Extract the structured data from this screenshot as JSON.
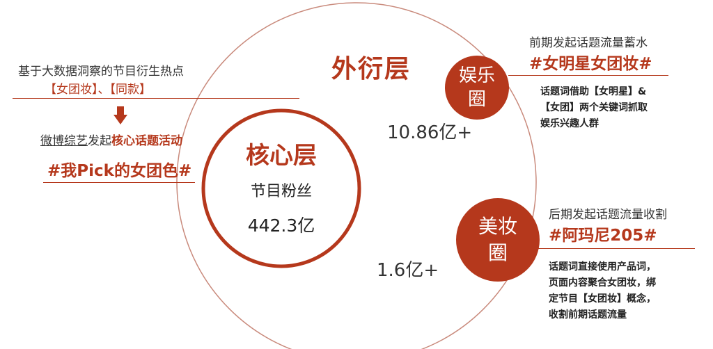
{
  "colors": {
    "accent": "#b5381c",
    "outer_ring": "#c98a7c"
  },
  "left": {
    "line1": "基于大数据洞察的节目衍生热点",
    "line2": "【女团妆】、【同款】",
    "line3_part1": "微博综艺",
    "line3_part2": "发起",
    "line3_part3": "核心话题活动",
    "hashtag": "#我Pick的女团色#"
  },
  "outer": {
    "title": "外衍层"
  },
  "core": {
    "title": "核心层",
    "label": "节目粉丝",
    "value": "442.3亿"
  },
  "stats": {
    "ent_reach": "10.86亿+",
    "beauty_reach": "1.6亿+"
  },
  "entertainment": {
    "circle_line1": "娱乐",
    "circle_line2": "圈",
    "phase": "前期发起话题流量蓄水",
    "hashtag": "#女明星女团妆#",
    "desc": [
      "话题词借助【女明星】&",
      "【女团】两个关键词抓取",
      "娱乐兴趣人群"
    ]
  },
  "beauty": {
    "circle_line1": "美妆",
    "circle_line2": "圈",
    "phase": "后期发起话题流量收割",
    "hashtag": "#阿玛尼205#",
    "desc": [
      "话题词直接使用产品词，",
      "页面内容聚合女团妆，绑",
      "定节目【女团妆】概念，",
      "收割前期话题流量"
    ]
  }
}
